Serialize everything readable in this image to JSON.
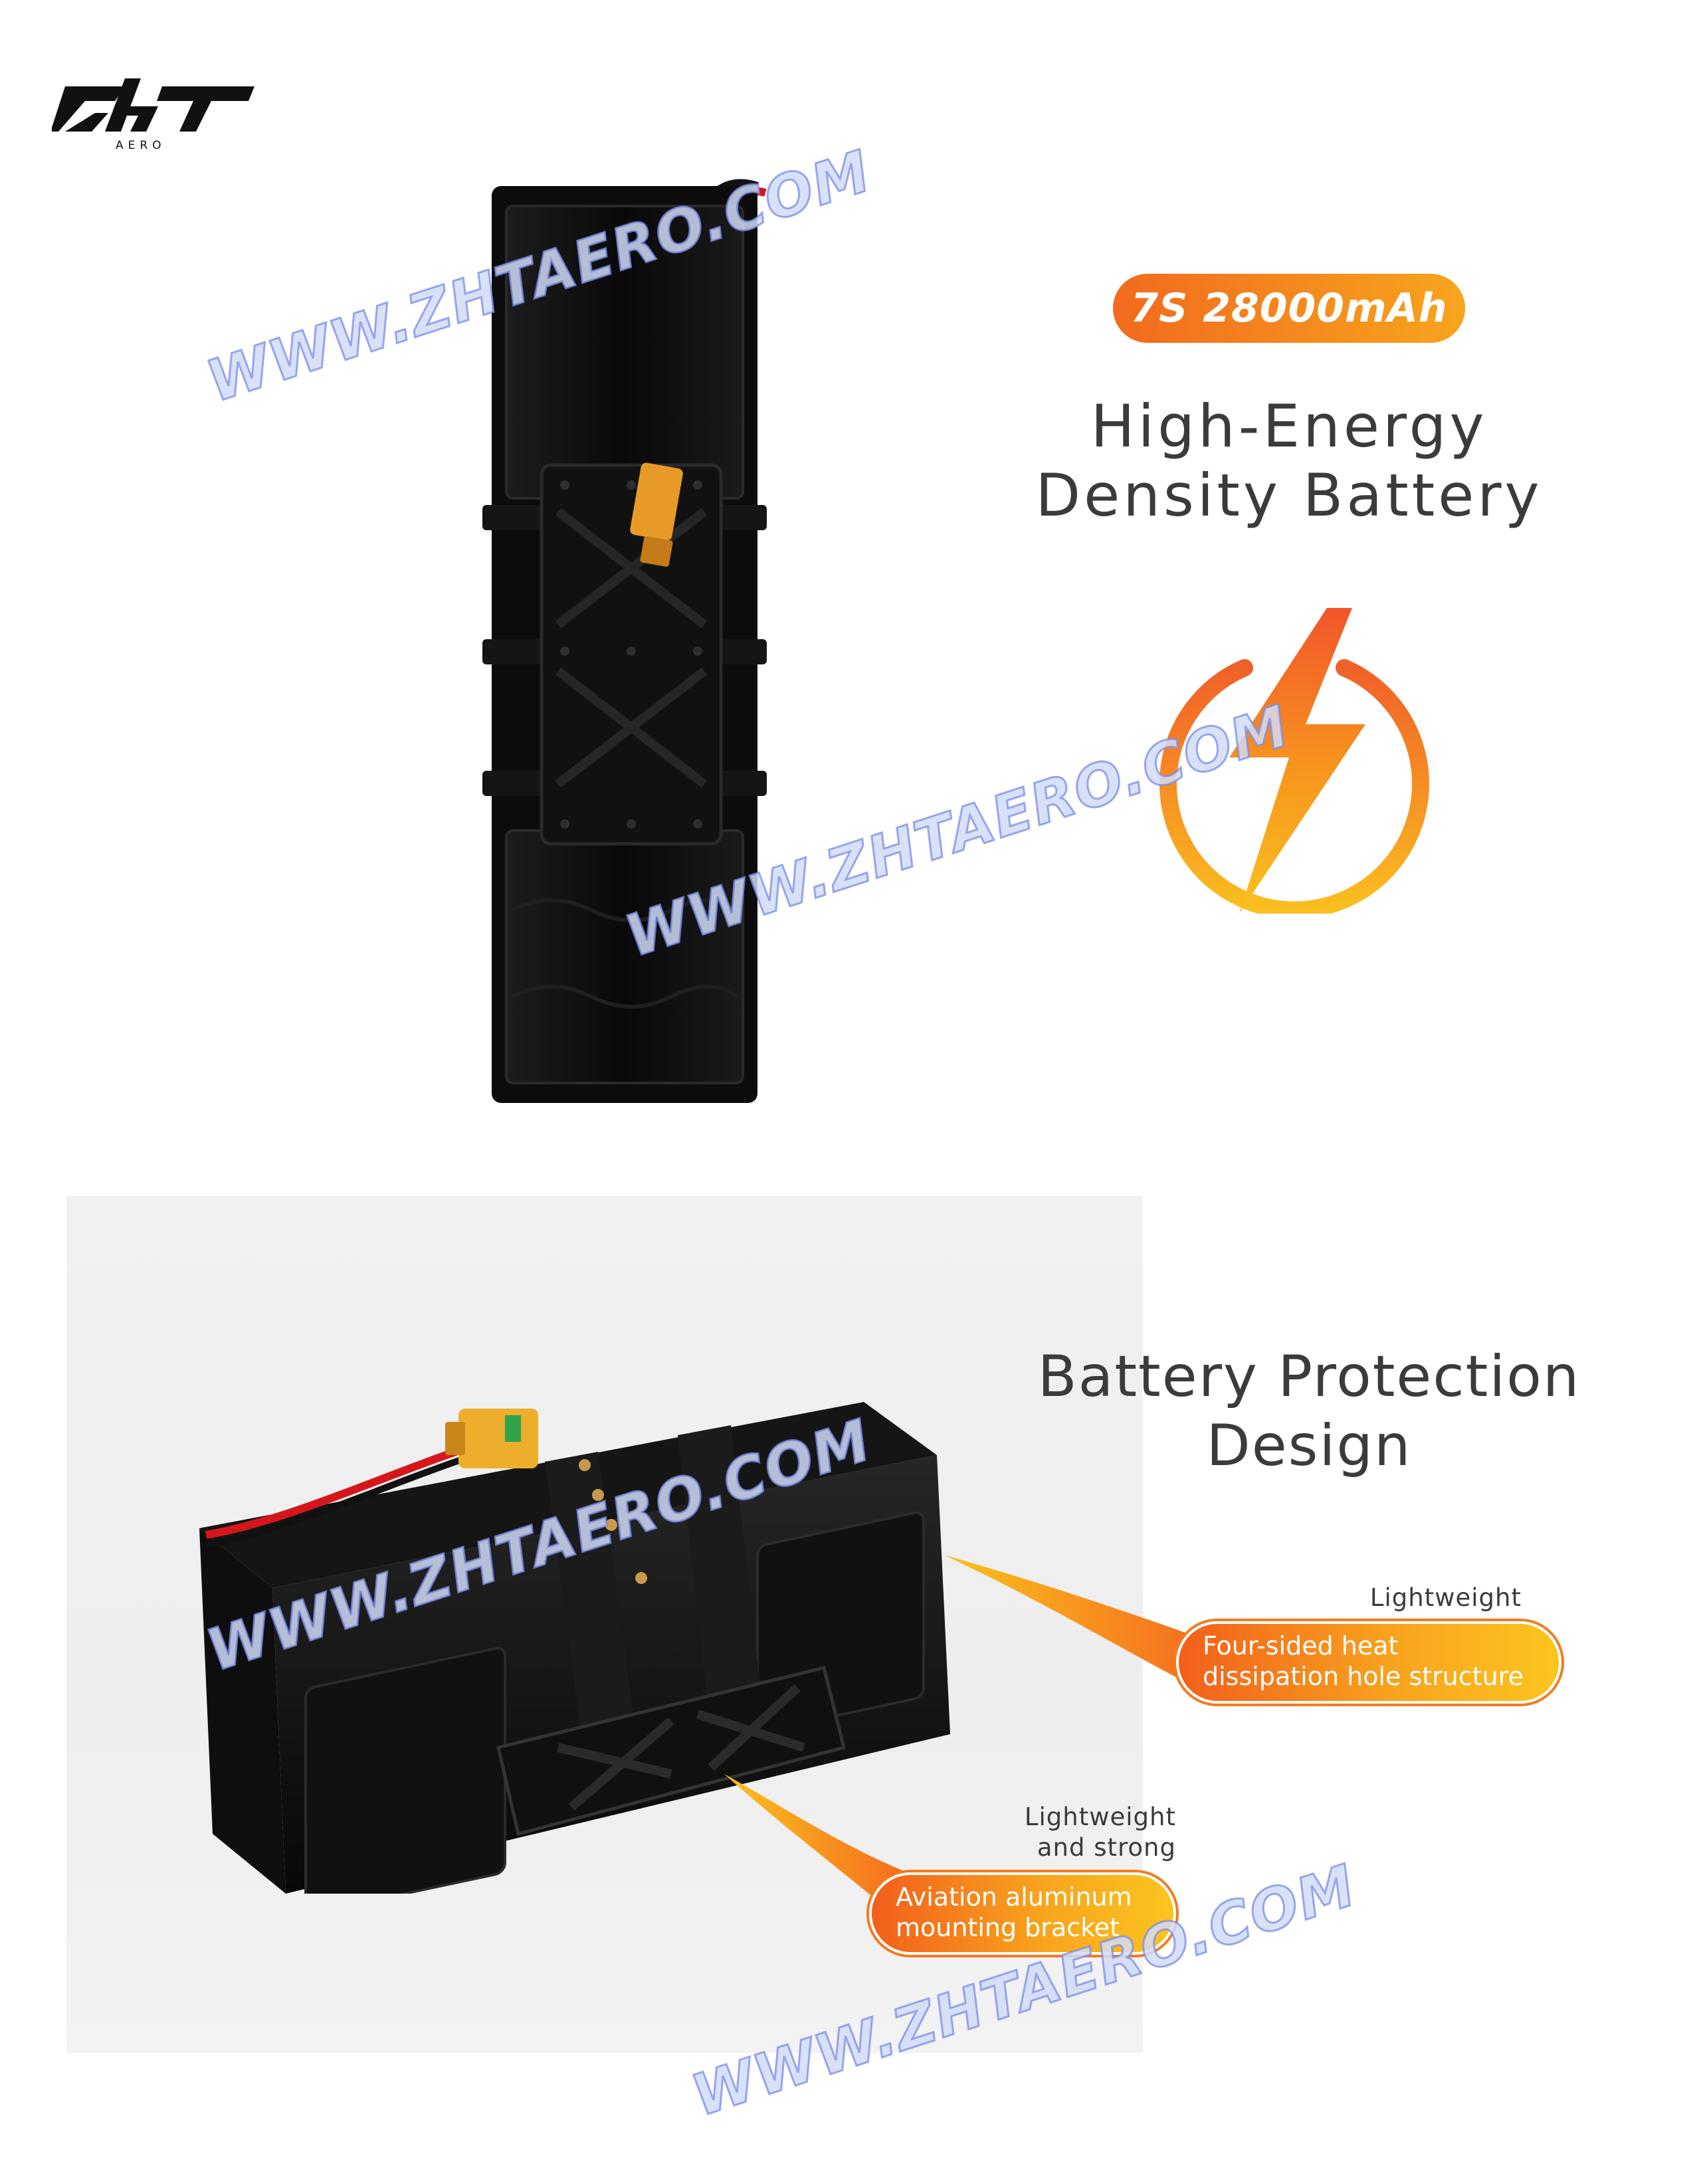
{
  "brand": {
    "logo_text": "ZHT",
    "logo_subtext": "AERO"
  },
  "hero": {
    "spec": "7S 28000mAh",
    "title_line1": "High-Energy",
    "title_line2": "Density Battery",
    "icon": "lightning-bolt-icon"
  },
  "protection": {
    "title_line1": "Battery Protection",
    "title_line2": "Design",
    "callouts": [
      {
        "tag": "Lightweight",
        "text_line1": "Four-sided heat",
        "text_line2": "dissipation hole structure"
      },
      {
        "tag_line1": "Lightweight",
        "tag_line2": "and strong",
        "text_line1": "Aviation aluminum",
        "text_line2": "mounting bracket"
      }
    ]
  },
  "watermark": "WWW.ZHTAERO.COM",
  "colors": {
    "accent_orange": "#f26a1e",
    "accent_yellow": "#fbc51f",
    "title_text": "#3b3b3b",
    "battery_body": "#0d0d0d",
    "watermark_outline": "#7a8ce6"
  }
}
